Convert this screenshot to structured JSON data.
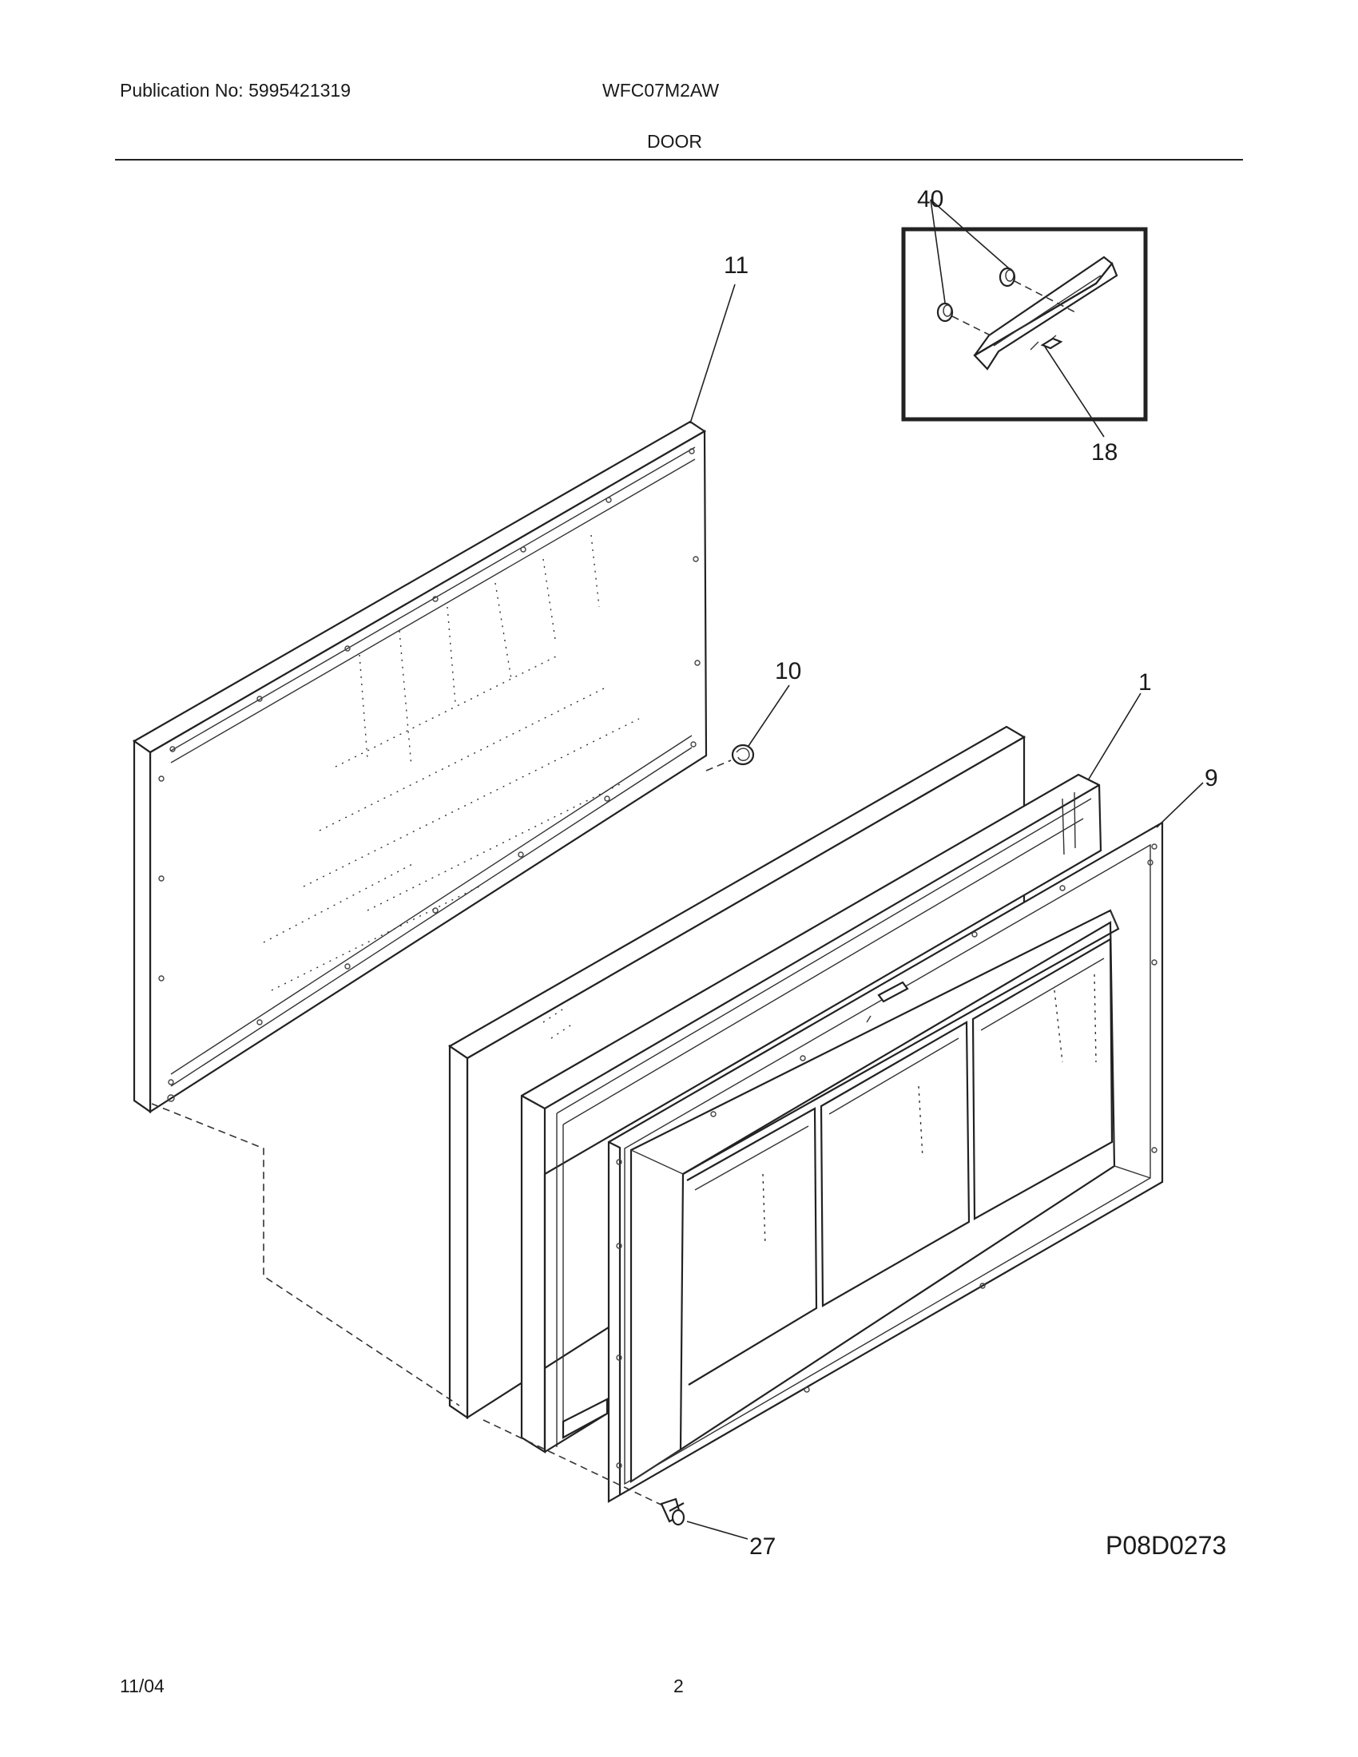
{
  "header": {
    "publication": "Publication No: 5995421319",
    "model": "WFC07M2AW",
    "section": "DOOR"
  },
  "callouts": {
    "p40": "40",
    "p18": "18",
    "p11": "11",
    "p10": "10",
    "p1": "1",
    "p9": "9",
    "p27": "27"
  },
  "diagram_code": "P08D0273",
  "footer": {
    "date": "11/04",
    "page": "2"
  }
}
